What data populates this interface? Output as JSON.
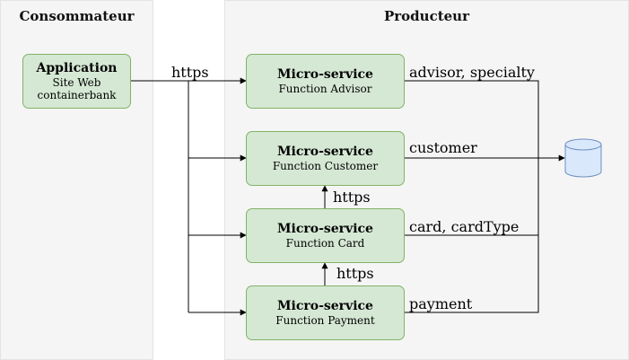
{
  "consumer": {
    "title": "Consommateur"
  },
  "producer": {
    "title": "Producteur"
  },
  "app": {
    "title": "Application",
    "line1": "Site Web",
    "line2": "containerbank"
  },
  "services": [
    {
      "title": "Micro-service",
      "subtitle": "Function Advisor",
      "data_label": "advisor, specialty"
    },
    {
      "title": "Micro-service",
      "subtitle": "Function Customer",
      "data_label": "customer"
    },
    {
      "title": "Micro-service",
      "subtitle": "Function Card",
      "data_label": "card, cardType"
    },
    {
      "title": "Micro-service",
      "subtitle": "Function Payment",
      "data_label": "payment"
    }
  ],
  "edges": {
    "consumer_protocol": "https",
    "card_to_customer": "https",
    "payment_to_card": "https"
  },
  "icons": {
    "database": "database-icon"
  },
  "colors": {
    "node_fill": "#d5e8d4",
    "node_stroke": "#82b366",
    "db_fill": "#dae8fc",
    "db_stroke": "#6c8ebf",
    "panel_fill": "#f5f5f5"
  }
}
